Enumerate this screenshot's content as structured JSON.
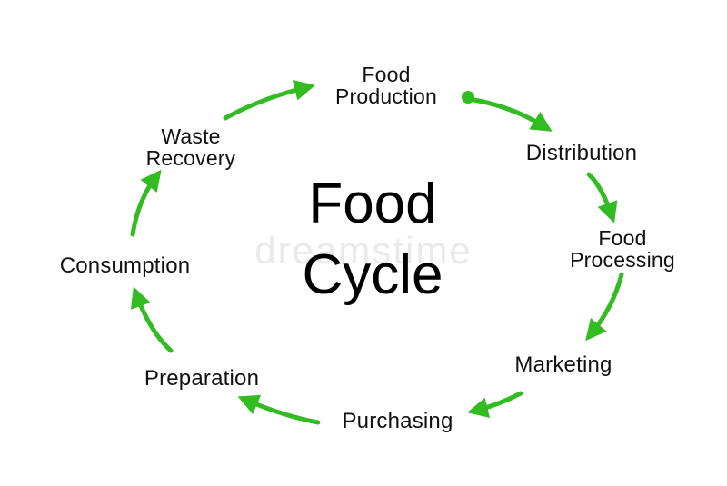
{
  "diagram": {
    "title_line1": "Food",
    "title_line2": "Cycle",
    "watermark": "dreamstime",
    "accent_color": "#33bb22",
    "stages": {
      "food_production": [
        "Food",
        "Production"
      ],
      "distribution": "Distribution",
      "food_processing": [
        "Food",
        "Processing"
      ],
      "marketing": "Marketing",
      "purchasing": "Purchasing",
      "preparation": "Preparation",
      "consumption": "Consumption",
      "waste_recovery": [
        "Waste",
        "Recovery"
      ]
    },
    "connector_icon": "arrow-icon",
    "start_marker_icon": "dot-icon"
  }
}
